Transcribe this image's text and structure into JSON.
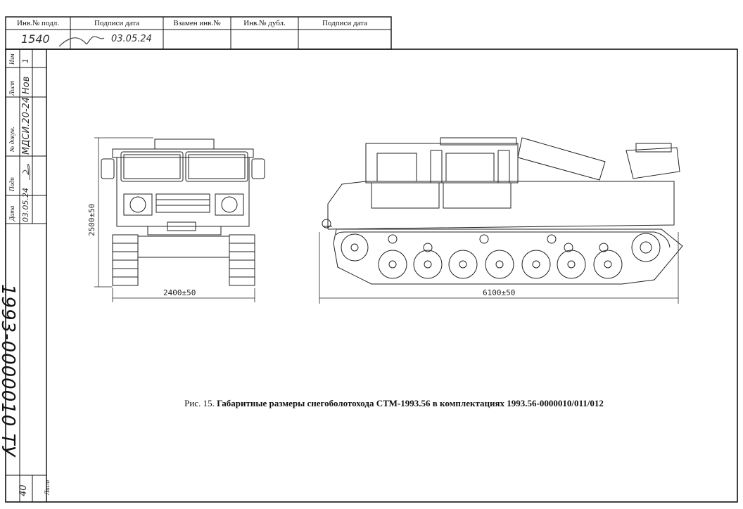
{
  "top_block": {
    "headers": [
      "Инв.№ подл.",
      "Подписи дата",
      "Взамен инв.№",
      "Инв.№ дубл.",
      "Подписи дата"
    ],
    "values": [
      "1540",
      "03.05.24",
      "",
      "",
      ""
    ]
  },
  "left_block": {
    "labels": [
      "Изм",
      "Лист",
      "№ докум.",
      "Подп",
      "Дата"
    ],
    "values": [
      "1",
      "Нов",
      "МДСИ.20-24",
      "",
      "03.05.24"
    ],
    "doc_number": "1993-0000010 ТУ",
    "page_label": "Лист",
    "page_number": "40"
  },
  "drawing": {
    "dim_height": "2500±50",
    "dim_width_front": "2400±50",
    "dim_length": "6100±50"
  },
  "caption": {
    "prefix": "Рис. 15.",
    "bold": "Габаритные размеры снегоболотохода СТМ-1993.56 в комплектациях 1993.56-0000010/011/012"
  }
}
